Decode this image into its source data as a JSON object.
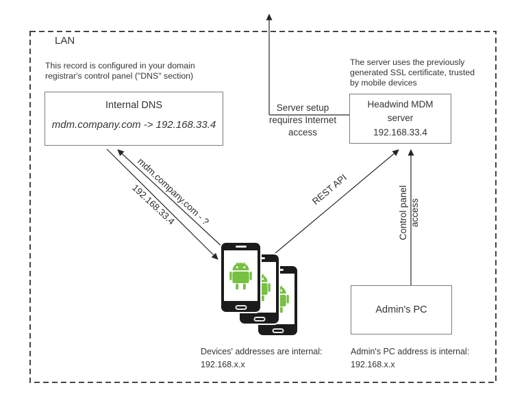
{
  "lan": {
    "label": "LAN"
  },
  "notes": {
    "dns_record_note": "This record is configured in your domain\nregistrar's control panel (\"DNS\" section)",
    "ssl_note": "The server uses the previously\ngenerated SSL certificate, trusted\nby mobile devices",
    "internet_note": "Server setup\nrequires Internet\naccess",
    "devices_note": "Devices' addresses are internal:\n192.168.x.x",
    "admin_pc_note": "Admin's PC address is internal:\n192.168.x.x"
  },
  "boxes": {
    "internal_dns": {
      "title": "Internal DNS",
      "record": "mdm.company.com -> 192.168.33.4"
    },
    "mdm_server": {
      "title": "Headwind MDM\nserver",
      "ip": "192.168.33.4"
    },
    "admin_pc": {
      "label": "Admin's PC"
    }
  },
  "arrows": {
    "dns_query_label": "mdm.company.com - ?",
    "dns_response_label": "192.168.33.4",
    "rest_api_label": "REST API",
    "control_panel_label": "Control panel\naccess"
  },
  "icons": {
    "devices": "android-phone-icon",
    "device_logo": "android-robot-icon"
  },
  "colors": {
    "android_green": "#77C043",
    "phone_body": "#1B1B1B",
    "line": "#262626",
    "box_border": "#7A7A7A",
    "dashed_border": "#444444",
    "text": "#333333",
    "background": "#FFFFFF"
  }
}
